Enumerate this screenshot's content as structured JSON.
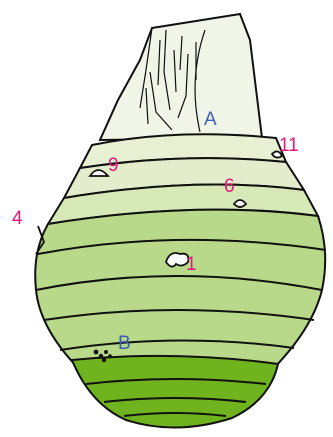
{
  "labels": {
    "a": "A",
    "b": "B",
    "n1": "1",
    "n4": "4",
    "n6": "6",
    "n9": "9",
    "n11": "11"
  },
  "colors": {
    "stem": "#f1f5e8",
    "pale_band": "#e7f0d2",
    "mid_band": "#cfe3a9",
    "main_body": "#b9d98a",
    "base": "#6fb31e",
    "base_bottom": "#5a9e12",
    "outline": "#111111",
    "label_blue": "#3d5fb4",
    "label_pink": "#e0197d"
  }
}
